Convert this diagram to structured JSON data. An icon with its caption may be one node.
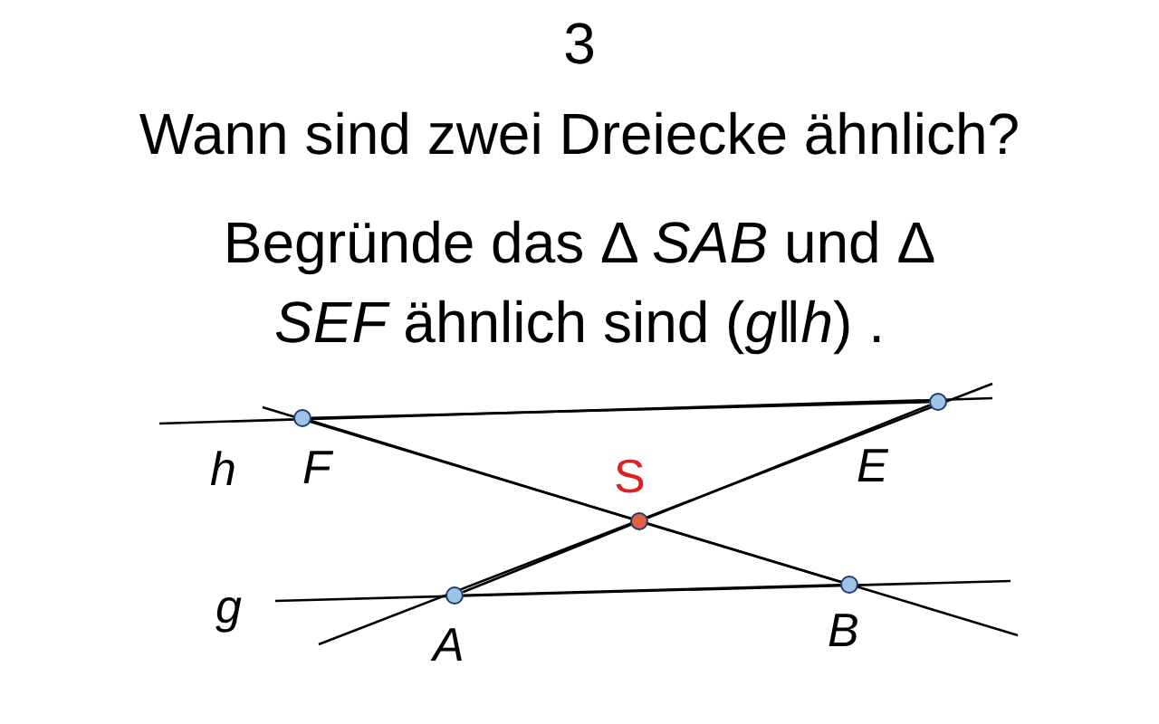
{
  "diagram": {
    "title": "3",
    "nodes": [
      {
        "text": [],
        "shape": "circle",
        "beside": [
          "F"
        ]
      },
      {
        "text": [],
        "shape": "circle",
        "beside": [
          "E"
        ]
      },
      {
        "text": [],
        "shape": "circle",
        "beside": [
          "S"
        ]
      },
      {
        "text": [],
        "shape": "circle",
        "beside": [
          "A"
        ]
      },
      {
        "text": [],
        "shape": "circle",
        "beside": [
          "B"
        ]
      }
    ],
    "edges": [
      {
        "from": 0,
        "to": 1,
        "arrow": "none"
      },
      {
        "from": 3,
        "to": 4,
        "arrow": "none"
      },
      {
        "from": 0,
        "to": 2,
        "arrow": "none"
      },
      {
        "from": 2,
        "to": 4,
        "arrow": "none"
      },
      {
        "from": 3,
        "to": 2,
        "arrow": "none"
      },
      {
        "from": 2,
        "to": 1,
        "arrow": "none"
      }
    ],
    "labels": [
      "Wann sind zwei Dreiecke ähnlich?",
      "Begründe das Δ *SAB* und Δ *SEF* ähnlich sind (*g*‖*h*) .",
      "h",
      "g"
    ]
  }
}
